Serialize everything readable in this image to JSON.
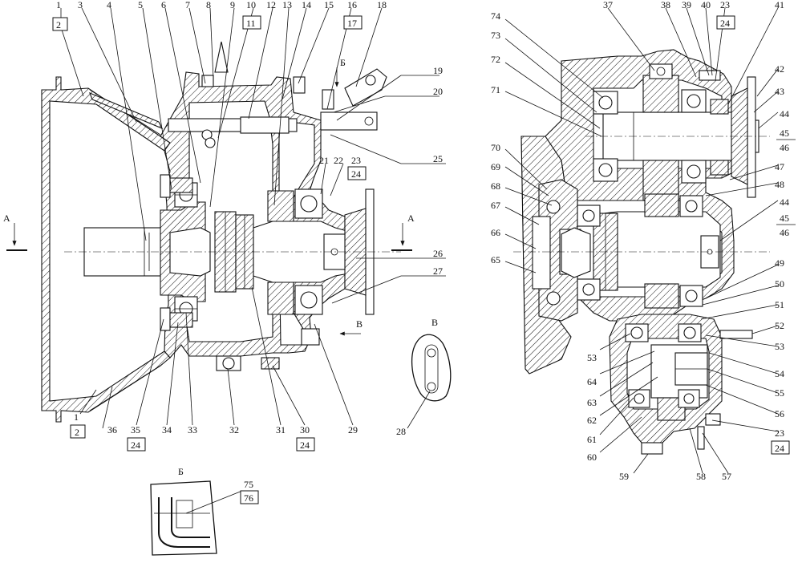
{
  "drawing": {
    "left_view": {
      "callouts_top": [
        "1",
        "2",
        "3",
        "4",
        "5",
        "6",
        "7",
        "8",
        "9",
        "10",
        "11",
        "12",
        "13",
        "14",
        "15",
        "16",
        "17",
        "18"
      ],
      "callouts_right": [
        "19",
        "20",
        "25",
        "21",
        "22",
        "23",
        "24",
        "26",
        "27"
      ],
      "callouts_bottom": [
        "1",
        "2",
        "36",
        "35",
        "24",
        "34",
        "33",
        "32",
        "31",
        "30",
        "24",
        "29",
        "28"
      ]
    },
    "right_view": {
      "callouts_top": [
        "37",
        "38",
        "39",
        "40",
        "23",
        "24",
        "41"
      ],
      "callouts_left": [
        "74",
        "73",
        "72",
        "71",
        "70",
        "69",
        "68",
        "67",
        "66",
        "65"
      ],
      "callouts_right": [
        "42",
        "43",
        "44",
        "45",
        "46",
        "47",
        "48",
        "44",
        "45",
        "46",
        "49",
        "50",
        "51",
        "52",
        "53",
        "54",
        "55",
        "56",
        "23",
        "24"
      ],
      "callouts_bottom": [
        "53",
        "64",
        "63",
        "62",
        "61",
        "60",
        "59",
        "58",
        "57"
      ]
    },
    "section_marks": {
      "a_left": "А",
      "a_right": "А",
      "b_top": "Б",
      "v_arrow": "В",
      "v_view": "В",
      "b_view": "Б"
    },
    "view_b_callouts": [
      "75",
      "76"
    ]
  }
}
